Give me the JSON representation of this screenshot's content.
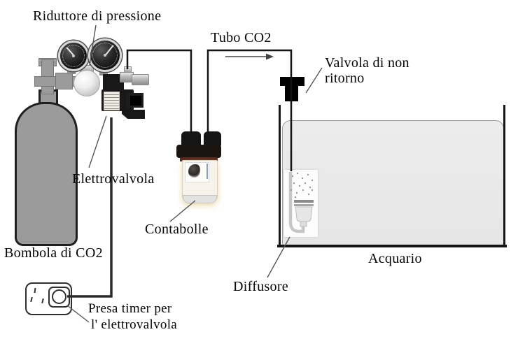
{
  "diagram": {
    "labels": {
      "pressure_reducer": "Riduttore di pressione",
      "co2_tube": "Tubo CO2",
      "check_valve": [
        "Valvola di non",
        "ritorno"
      ],
      "solenoid_valve": "Elettrovalvola",
      "bubble_counter": "Contabolle",
      "co2_cylinder": "Bombola di CO2",
      "aquarium": "Acquario",
      "diffuser": "Diffusore",
      "timer_socket": [
        "Presa timer per",
        "l' elettrovalvola"
      ]
    },
    "colors": {
      "cylinder_gray": "#9b9b9b",
      "water_gray": "#e9e9e9",
      "line_black": "#141414",
      "pointer_gray": "#555555",
      "text_black": "#050505"
    }
  }
}
